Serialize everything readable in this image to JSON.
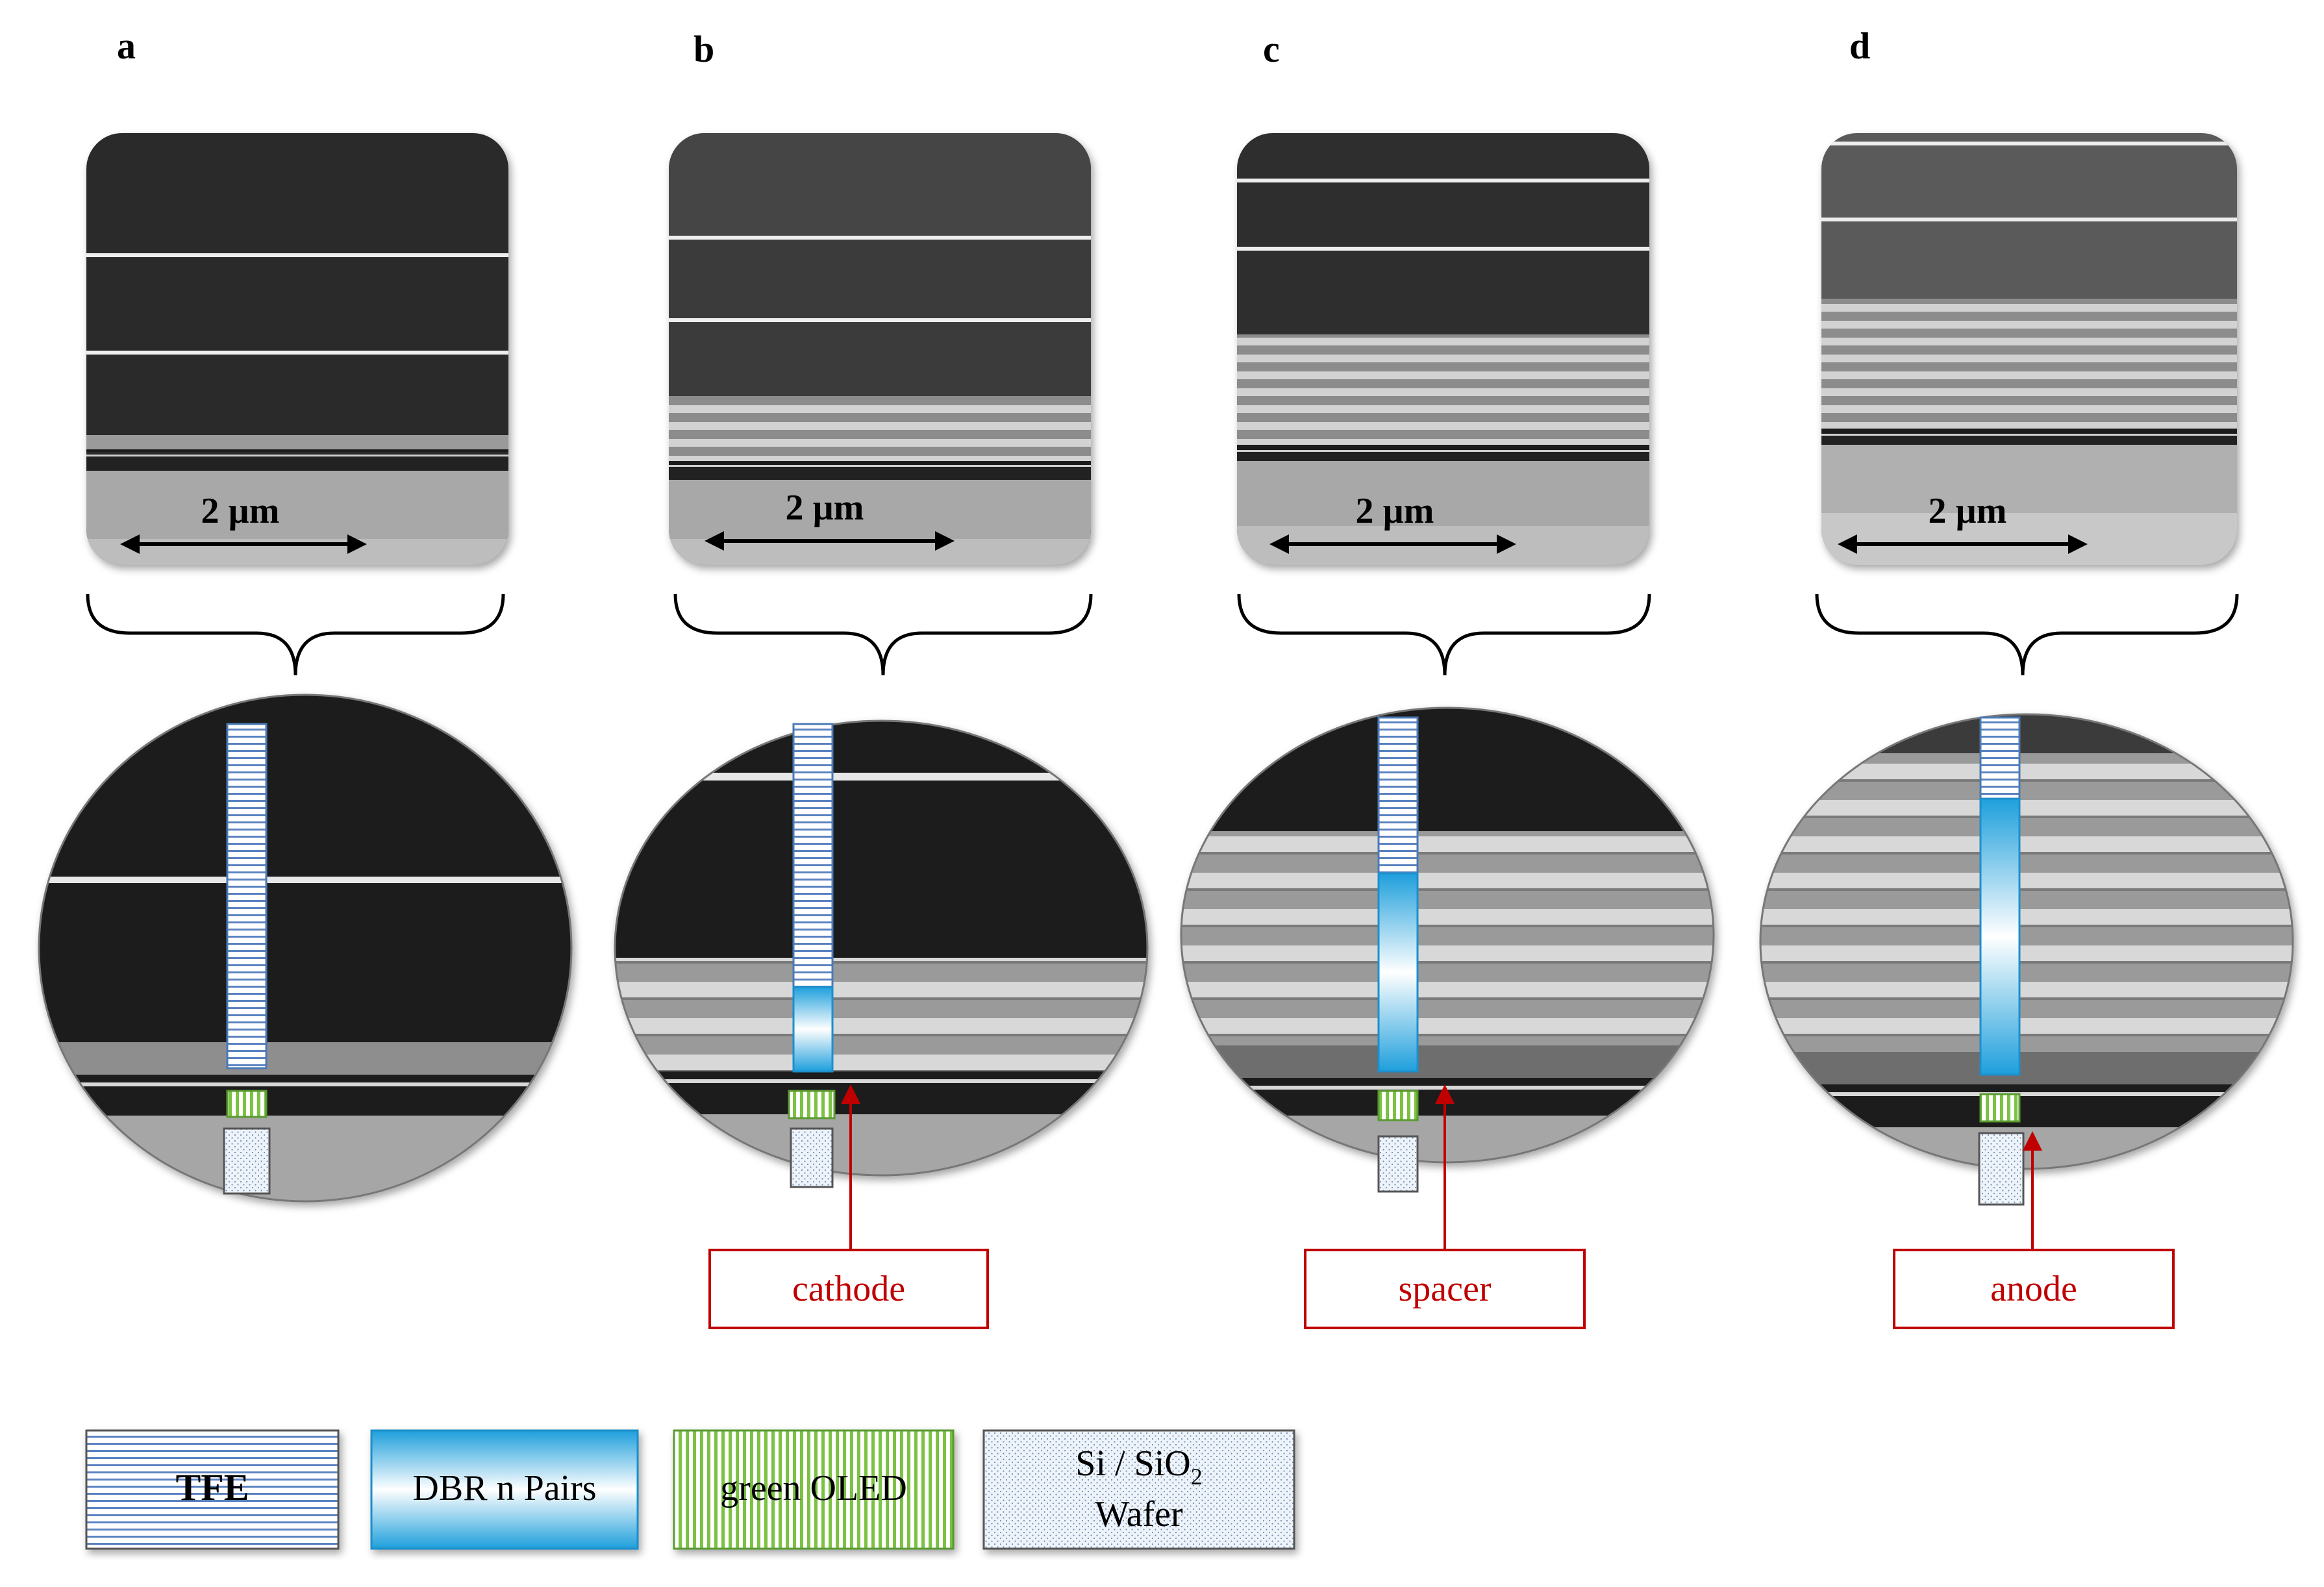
{
  "panels": [
    {
      "letter": "a",
      "scale_label": "2 µm"
    },
    {
      "letter": "b",
      "scale_label": "2 µm",
      "callout": "cathode"
    },
    {
      "letter": "c",
      "scale_label": "2 µm",
      "callout": "spacer"
    },
    {
      "letter": "d",
      "scale_label": "2 µm",
      "callout": "anode"
    }
  ],
  "legend": {
    "tfe": "TFE",
    "dbr": "DBR n Pairs",
    "oled": "green OLED",
    "wafer_line1": "Si / SiO",
    "wafer_sub": "2",
    "wafer_line2": "Wafer"
  },
  "colors": {
    "callout_red": "#c00000",
    "dbr_blue": "#1ea0dc",
    "oled_green": "#7cc242",
    "tfe_blue": "#4a7ab5"
  }
}
